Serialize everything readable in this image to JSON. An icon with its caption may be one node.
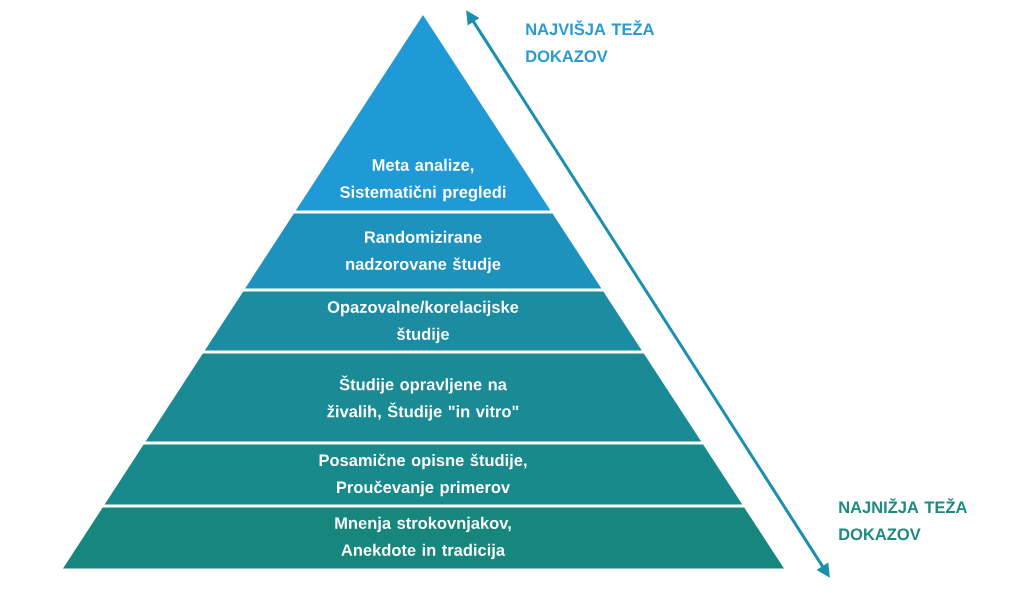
{
  "diagram": {
    "nodes": [
      {
        "text": [
          "Meta analize, Sistematični pregledi"
        ]
      },
      {
        "text": [
          "Randomizirane nadzorovane študje"
        ]
      },
      {
        "text": [
          "Opazovalne/korelacijske študije"
        ]
      },
      {
        "text": [
          "Študije opravljene na živalih, Študije \"in vitro\""
        ]
      },
      {
        "text": [
          "Posamične opisne študije, Proučevanje primerov"
        ]
      },
      {
        "text": [
          "Mnenja strokovnjakov, Anekdote in tradicija"
        ]
      }
    ],
    "labels": [
      "NAJVIŠJA TEŽA DOKAZOV",
      "NAJNIŽJA TEŽA DOKAZOV"
    ]
  }
}
